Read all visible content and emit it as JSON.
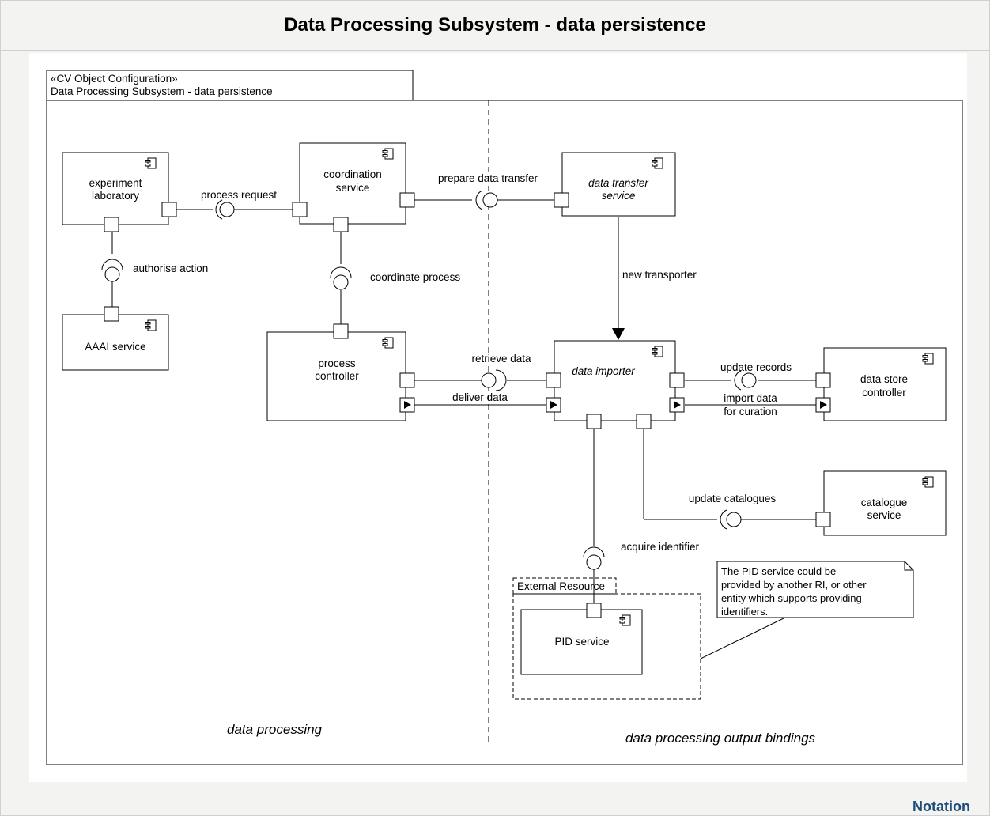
{
  "page": {
    "title": "Data Processing Subsystem - data persistence",
    "notation_link": "Notation"
  },
  "frame": {
    "stereotype": "«CV Object Configuration»",
    "name": "Data Processing Subsystem - data persistence"
  },
  "regions": {
    "left": "data processing",
    "right": "data processing output bindings"
  },
  "components": {
    "experiment_laboratory": [
      "experiment",
      "laboratory"
    ],
    "aaai_service": [
      "AAAI service"
    ],
    "coordination_service": [
      "coordination",
      "service"
    ],
    "process_controller": [
      "process",
      "controller"
    ],
    "data_transfer_service": [
      "data transfer",
      "service"
    ],
    "data_importer": [
      "data importer"
    ],
    "data_store_controller": [
      "data store",
      "controller"
    ],
    "catalogue_service": [
      "catalogue",
      "service"
    ],
    "pid_service": [
      "PID service"
    ]
  },
  "interfaces": {
    "process_request": "process request",
    "authorise_action": "authorise action",
    "coordinate_process": "coordinate process",
    "prepare_data_transfer": "prepare data transfer",
    "new_transporter": "new transporter",
    "retrieve_data": "retrieve data",
    "deliver_data": "deliver data",
    "update_records": "update records",
    "import_data": [
      "import data",
      "for curation"
    ],
    "update_catalogues": "update catalogues",
    "acquire_identifier": "acquire identifier"
  },
  "external_resource": "External Resource",
  "note": [
    "The PID service could be",
    "provided by another RI, or other",
    "entity which supports providing",
    "identifiers."
  ]
}
